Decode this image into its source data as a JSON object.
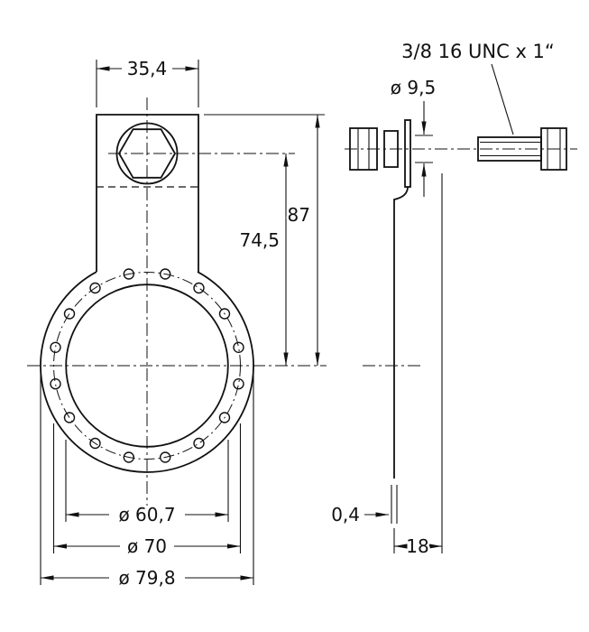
{
  "drawing": {
    "background": "#ffffff",
    "line_color": "#111111",
    "front_view": {
      "dim_tab_width": "35,4",
      "dim_total_height": "87",
      "dim_center_height": "74,5",
      "dim_inner_dia": "ø 60,7",
      "dim_bolt_circle_dia": "ø 70",
      "dim_outer_dia": "ø 79,8"
    },
    "side_view": {
      "thread_label": "3/8 16 UNC x 1“",
      "dim_hole_dia": "ø 9,5",
      "dim_thickness": "0,4",
      "dim_offset": "18"
    }
  }
}
